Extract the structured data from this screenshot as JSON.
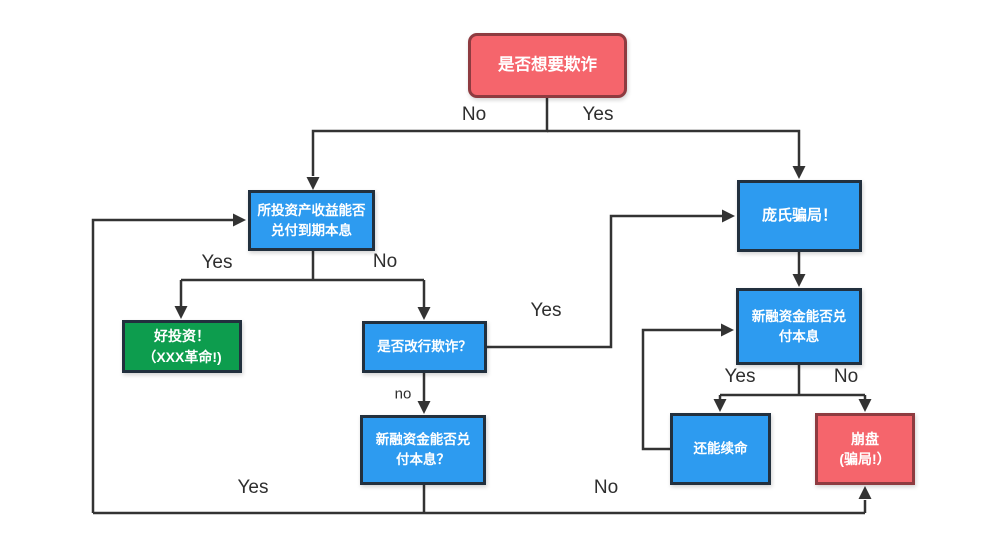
{
  "diagram": {
    "nodes": {
      "start": {
        "text": "是否想要欺诈"
      },
      "asset_question": {
        "line1": "所投资产收益能否",
        "line2": "兑付到期本息"
      },
      "good_investment": {
        "line1": "好投资！",
        "line2": "（XXX革命!)"
      },
      "switch_question": {
        "text": "是否改行欺诈？"
      },
      "new_funding_question": {
        "line1": "新融资金能否兑",
        "line2": "付本息？"
      },
      "ponzi": {
        "text": "庞氏骗局！"
      },
      "new_funding_question2": {
        "line1": "新融资金能否兑",
        "line2": "付本息"
      },
      "survive": {
        "text": "还能续命"
      },
      "crash": {
        "line1": "崩盘",
        "line2": "(骗局!）"
      }
    },
    "edge_labels": {
      "start_no": "No",
      "start_yes": "Yes",
      "asset_yes": "Yes",
      "asset_no": "No",
      "switch_yes": "Yes",
      "switch_no": "no",
      "funding2_yes": "Yes",
      "funding2_no": "No",
      "loop_yes": "Yes",
      "loop_no": "No"
    }
  },
  "theme": {
    "blue_fill": "#2D9BF0",
    "red_fill": "#F5656C",
    "green_fill": "#0D9D4E",
    "line_color": "#333333",
    "dark_border": "#22303E",
    "red_border": "#8E3B40",
    "canvas_bg": "#FFFFFF"
  }
}
